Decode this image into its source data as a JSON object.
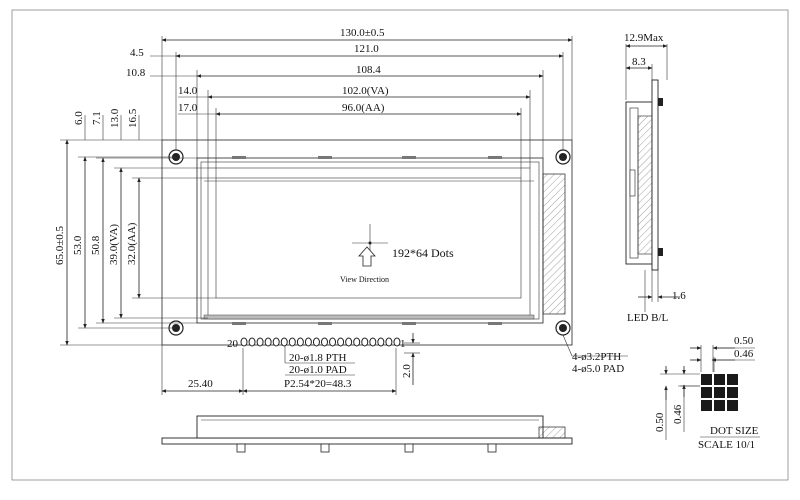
{
  "front_view": {
    "width_dims": [
      "130.0±0.5",
      "121.0",
      "108.4",
      "102.0(VA)",
      "96.0(AA)"
    ],
    "left_offsets": [
      "4.5",
      "10.8",
      "14.0",
      "17.0"
    ],
    "top_offsets": [
      "6.0",
      "7.1",
      "13.0",
      "16.5"
    ],
    "height_dims": [
      "65.0±0.5",
      "53.0",
      "50.8",
      "39.0(VA)",
      "32.0(AA)"
    ],
    "resolution": "192*64 Dots",
    "view_direction": "View Direction",
    "pin_first": "20",
    "pin_last": "1",
    "pin_pth": "20-ø1.8 PTH",
    "pin_pad": "20-ø1.0 PAD",
    "pin_pitch": "P2.54*20=48.3",
    "pin_offset": "25.40",
    "pin_height": "2.0",
    "hole_pth": "4-ø3.2PTH",
    "hole_pad": "4-ø5.0 PAD"
  },
  "side_view": {
    "max_thickness": "12.9Max",
    "module_thickness": "8.3",
    "backlight_thickness": "1.6",
    "led_label": "LED B/L"
  },
  "dot_detail": {
    "pitch_x": "0.50",
    "size_x": "0.46",
    "pitch_y": "0.50",
    "size_y": "0.46",
    "title": "DOT SIZE",
    "scale": "SCALE 10/1"
  }
}
